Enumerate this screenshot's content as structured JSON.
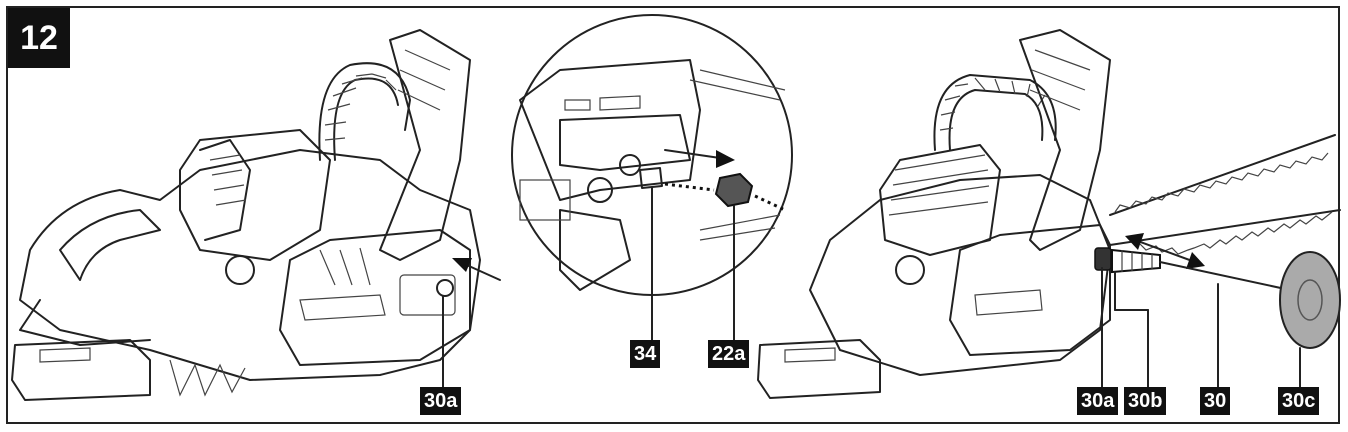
{
  "figure_number": "12",
  "labels": {
    "left_30a": "30a",
    "inset_34": "34",
    "inset_22a": "22a",
    "right_30a": "30a",
    "right_30b": "30b",
    "right_30": "30",
    "right_30c": "30c"
  },
  "colors": {
    "ink": "#111111",
    "paper": "#ffffff"
  }
}
